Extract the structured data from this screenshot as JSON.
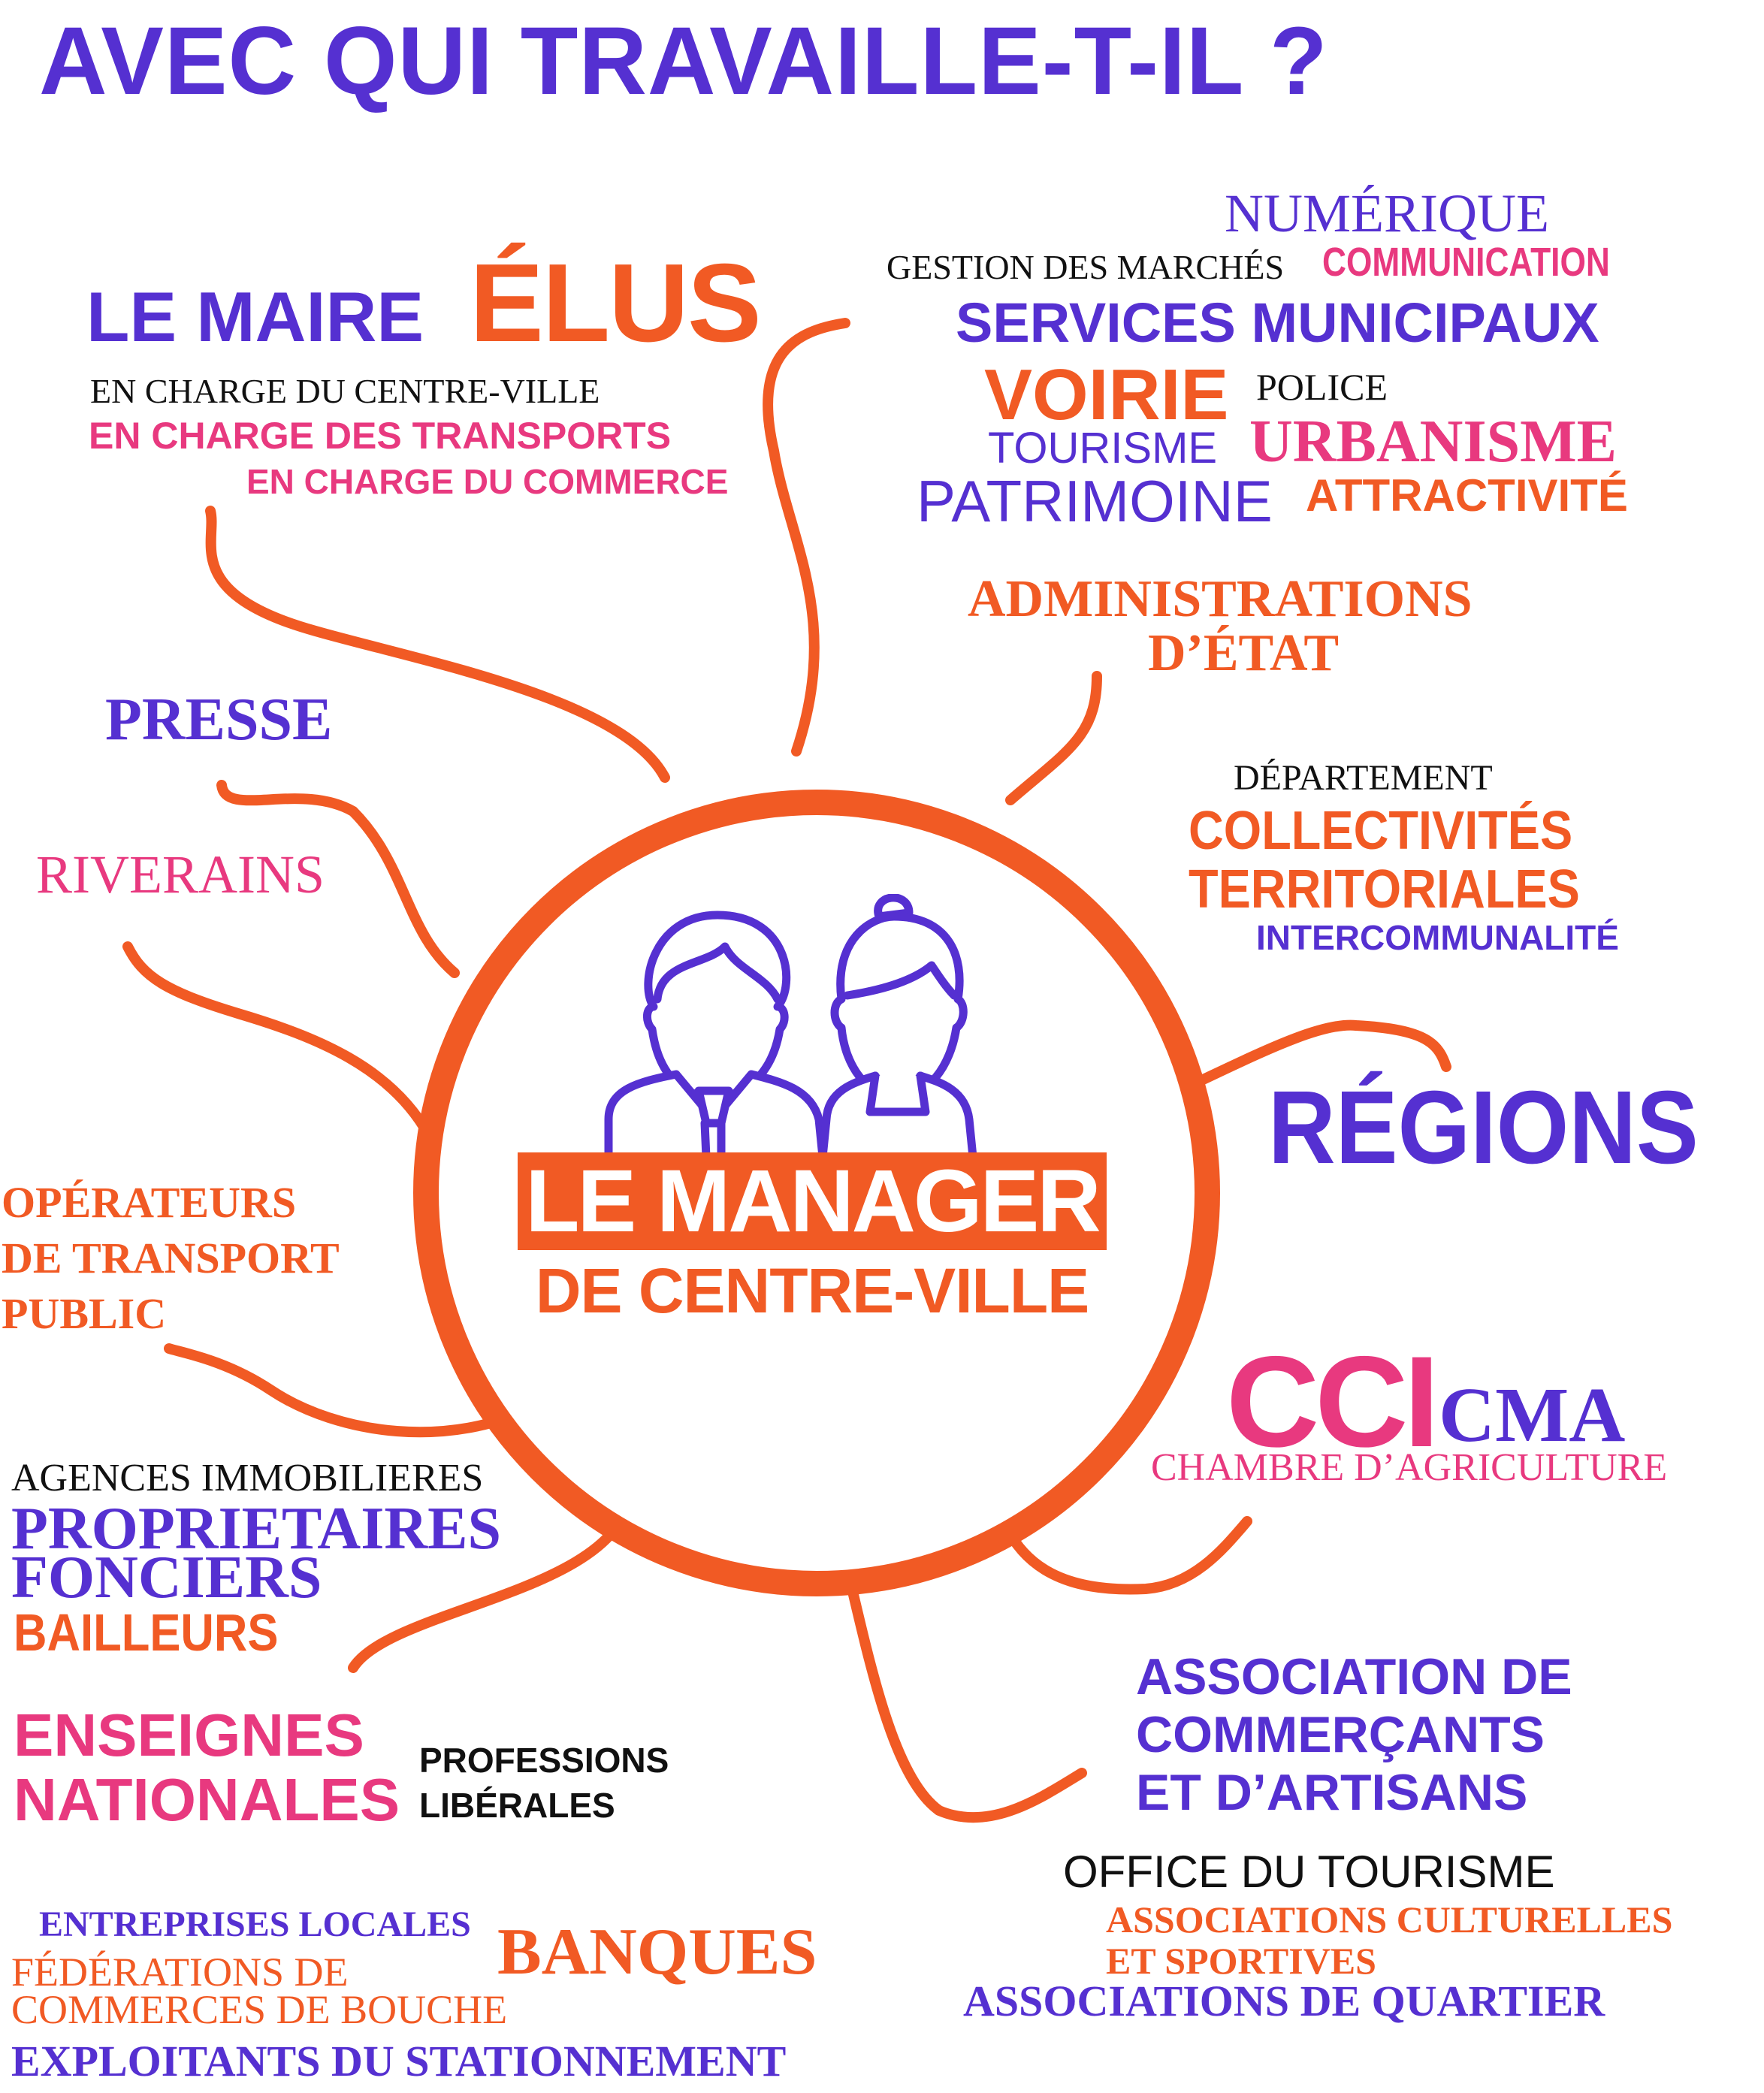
{
  "title": "AVEC QUI TRAVAILLE-T-IL ?",
  "center": {
    "title": "LE MANAGER",
    "subtitle": "DE CENTRE-VILLE",
    "icon": "people-icon"
  },
  "elus": {
    "le_maire": "LE MAIRE",
    "elus": "ÉLUS",
    "centre_ville": "EN CHARGE DU CENTRE-VILLE",
    "transports": "EN CHARGE DES TRANSPORTS",
    "commerce": "EN CHARGE DU COMMERCE"
  },
  "services": {
    "numerique": "NUMÉRIQUE",
    "marches": "GESTION DES MARCHÉS",
    "communication": "COMMUNICATION",
    "services_municipaux": "SERVICES MUNICIPAUX",
    "voirie": "VOIRIE",
    "police": "POLICE",
    "tourisme": "TOURISME",
    "urbanisme": "URBANISME",
    "patrimoine": "PATRIMOINE",
    "attractivite": "ATTRACTIVITÉ"
  },
  "administrations": [
    "ADMINISTRATIONS",
    "D’ÉTAT"
  ],
  "presse": "PRESSE",
  "riverains": "RIVERAINS",
  "collectivites": {
    "departement": "DÉPARTEMENT",
    "line1": "COLLECTIVITÉS",
    "line2": "TERRITORIALES",
    "intercommunalite": "INTERCOMMUNALITÉ"
  },
  "regions": "RÉGIONS",
  "operateurs": [
    "OPÉRATEURS",
    "DE TRANSPORT",
    "PUBLIC"
  ],
  "chambres": {
    "cci": "CCI",
    "cma": "CMA",
    "agriculture": "CHAMBRE D’AGRICULTURE"
  },
  "immobilier": {
    "agences": "AGENCES IMMOBILIERES",
    "proprietaires": "PROPRIETAIRES",
    "fonciers": "FONCIERS",
    "bailleurs": "BAILLEURS"
  },
  "enseignes": [
    "ENSEIGNES",
    "NATIONALES"
  ],
  "professions": [
    "PROFESSIONS",
    "LIBÉRALES"
  ],
  "association_commercants": [
    "ASSOCIATION DE",
    "COMMERÇANTS",
    "ET D’ARTISANS"
  ],
  "associations": {
    "office_tourisme": "OFFICE DU TOURISME",
    "culturelles": "ASSOCIATIONS CULTURELLES",
    "sportives": "ET SPORTIVES",
    "quartier": "ASSOCIATIONS DE QUARTIER"
  },
  "bottom_left": {
    "entreprises": "ENTREPRISES LOCALES",
    "federations": "FÉDÉRATIONS DE",
    "bouche": "COMMERCES DE BOUCHE",
    "banques": "BANQUES",
    "stationnement": "EXPLOITANTS DU STATIONNEMENT"
  },
  "colors": {
    "purple": "#5530d1",
    "orange": "#f15a24",
    "pink": "#e8397f",
    "black": "#111111"
  }
}
